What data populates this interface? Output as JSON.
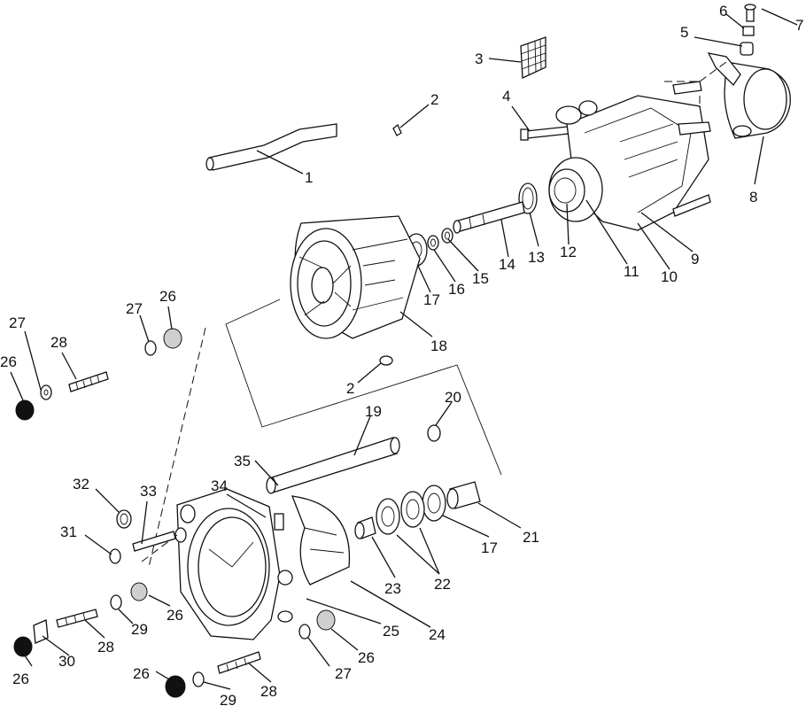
{
  "callouts": [
    {
      "id": "c1",
      "label": "1"
    },
    {
      "id": "c2a",
      "label": "2"
    },
    {
      "id": "c2b",
      "label": "2"
    },
    {
      "id": "c3",
      "label": "3"
    },
    {
      "id": "c4",
      "label": "4"
    },
    {
      "id": "c5",
      "label": "5"
    },
    {
      "id": "c6",
      "label": "6"
    },
    {
      "id": "c7",
      "label": "7"
    },
    {
      "id": "c8",
      "label": "8"
    },
    {
      "id": "c9",
      "label": "9"
    },
    {
      "id": "c10",
      "label": "10"
    },
    {
      "id": "c11",
      "label": "11"
    },
    {
      "id": "c12",
      "label": "12"
    },
    {
      "id": "c13",
      "label": "13"
    },
    {
      "id": "c14",
      "label": "14"
    },
    {
      "id": "c15",
      "label": "15"
    },
    {
      "id": "c16",
      "label": "16"
    },
    {
      "id": "c17a",
      "label": "17"
    },
    {
      "id": "c17b",
      "label": "17"
    },
    {
      "id": "c18",
      "label": "18"
    },
    {
      "id": "c19",
      "label": "19"
    },
    {
      "id": "c20",
      "label": "20"
    },
    {
      "id": "c21",
      "label": "21"
    },
    {
      "id": "c22",
      "label": "22"
    },
    {
      "id": "c23",
      "label": "23"
    },
    {
      "id": "c24",
      "label": "24"
    },
    {
      "id": "c25",
      "label": "25"
    },
    {
      "id": "c26a",
      "label": "26"
    },
    {
      "id": "c26b",
      "label": "26"
    },
    {
      "id": "c26c",
      "label": "26"
    },
    {
      "id": "c26d",
      "label": "26"
    },
    {
      "id": "c26e",
      "label": "26"
    },
    {
      "id": "c26f",
      "label": "26"
    },
    {
      "id": "c27a",
      "label": "27"
    },
    {
      "id": "c27b",
      "label": "27"
    },
    {
      "id": "c27c",
      "label": "27"
    },
    {
      "id": "c28a",
      "label": "28"
    },
    {
      "id": "c28b",
      "label": "28"
    },
    {
      "id": "c28c",
      "label": "28"
    },
    {
      "id": "c29a",
      "label": "29"
    },
    {
      "id": "c29b",
      "label": "29"
    },
    {
      "id": "c30",
      "label": "30"
    },
    {
      "id": "c31",
      "label": "31"
    },
    {
      "id": "c32",
      "label": "32"
    },
    {
      "id": "c33",
      "label": "33"
    },
    {
      "id": "c34",
      "label": "34"
    },
    {
      "id": "c35",
      "label": "35"
    }
  ]
}
